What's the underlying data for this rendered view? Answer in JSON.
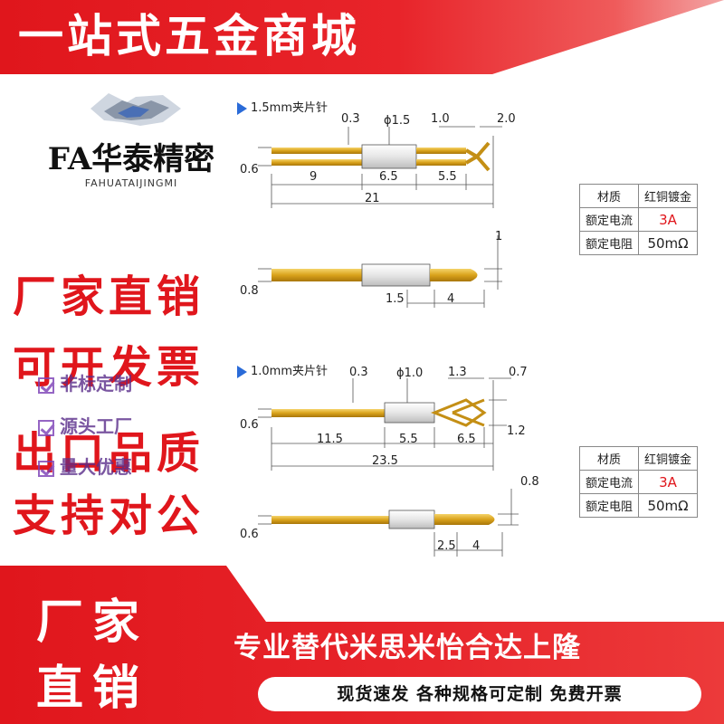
{
  "banner": {
    "title": "一站式五金商城"
  },
  "logo": {
    "mark": "handshake-logo",
    "name": "FA华泰精密",
    "subtitle": "FAHUATAIJINGMI"
  },
  "left_claims": [
    "厂家直销",
    "可开发票",
    "出口品质",
    "支持对公"
  ],
  "checklist": [
    "非标定制",
    "源头工厂",
    "量大优惠"
  ],
  "diagram": {
    "section1": {
      "label": "1.5mm夹片针",
      "dims_top": [
        "0.3",
        "ϕ1.5",
        "1.0",
        "2.0"
      ],
      "dims_left": "0.6",
      "dims_bottom": [
        "9",
        "6.5",
        "5.5"
      ],
      "total": "21"
    },
    "section2": {
      "dims_left": "0.8",
      "dims_right": "1",
      "dims_bottom": [
        "1.5",
        "4"
      ]
    },
    "section3": {
      "label": "1.0mm夹片针",
      "dims_top": [
        "0.3",
        "ϕ1.0",
        "1.3",
        "0.7"
      ],
      "dims_left": "0.6",
      "dims_right": "1.2",
      "dims_bottom": [
        "11.5",
        "5.5",
        "6.5"
      ],
      "total": "23.5"
    },
    "section4": {
      "dims_left": "0.6",
      "dims_right": "0.8",
      "dims_bottom": [
        "2.5",
        "4"
      ]
    },
    "spec_table_1": [
      [
        "材质",
        "红铜镀金"
      ],
      [
        "额定电流",
        "3A"
      ],
      [
        "额定电阻",
        "50mΩ"
      ]
    ],
    "spec_table_2": [
      [
        "材质",
        "红铜镀金"
      ],
      [
        "额定电流",
        "3A"
      ],
      [
        "额定电阻",
        "50mΩ"
      ]
    ]
  },
  "bottom": {
    "left_line1": "厂家",
    "left_line2": "直销",
    "slogan": "专业替代米思米怡合达上隆",
    "tags": "现货速发  各种规格可定制  免费开票"
  },
  "colors": {
    "brand_red": "#e0161c",
    "gold": "#d9a21b",
    "blue_accent": "#2a6bd8"
  }
}
